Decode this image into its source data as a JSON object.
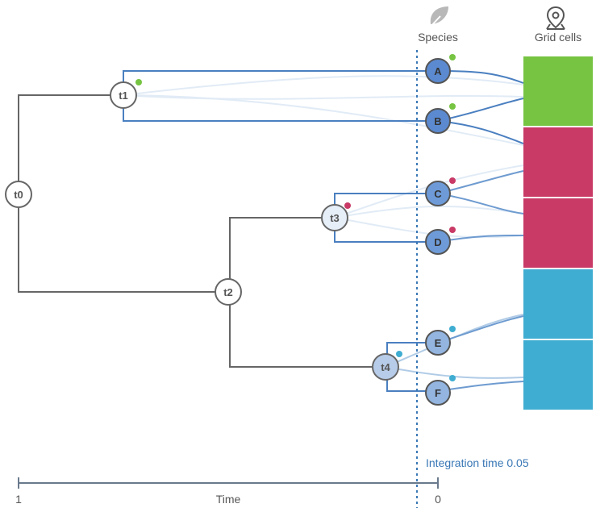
{
  "headers": {
    "species_label": "Species",
    "grid_label": "Grid cells",
    "species_icon": "leaf-icon",
    "grid_icon": "map-pin-icon"
  },
  "tree_nodes": [
    {
      "id": "t0",
      "label": "t0"
    },
    {
      "id": "t1",
      "label": "t1"
    },
    {
      "id": "t2",
      "label": "t2"
    },
    {
      "id": "t3",
      "label": "t3"
    },
    {
      "id": "t4",
      "label": "t4"
    }
  ],
  "species": [
    {
      "id": "A",
      "label": "A",
      "dot_color": "#76c442"
    },
    {
      "id": "B",
      "label": "B",
      "dot_color": "#76c442"
    },
    {
      "id": "C",
      "label": "C",
      "dot_color": "#c93a66"
    },
    {
      "id": "D",
      "label": "D",
      "dot_color": "#c93a66"
    },
    {
      "id": "E",
      "label": "E",
      "dot_color": "#3fadd1"
    },
    {
      "id": "F",
      "label": "F",
      "dot_color": "#3fadd1"
    }
  ],
  "grid_cells": [
    {
      "color": "#76c442"
    },
    {
      "color": "#c93a66"
    },
    {
      "color": "#c93a66"
    },
    {
      "color": "#3fadd1"
    },
    {
      "color": "#3fadd1"
    }
  ],
  "colors": {
    "old_branch": "#666666",
    "recent_branch": "#4a7fc0",
    "species_fill": "#5b8ad0",
    "integration_line": "#3a78b6"
  },
  "integration": {
    "label": "Integration time 0.05"
  },
  "axis": {
    "label": "Time",
    "start_label": "1",
    "end_label": "0"
  }
}
